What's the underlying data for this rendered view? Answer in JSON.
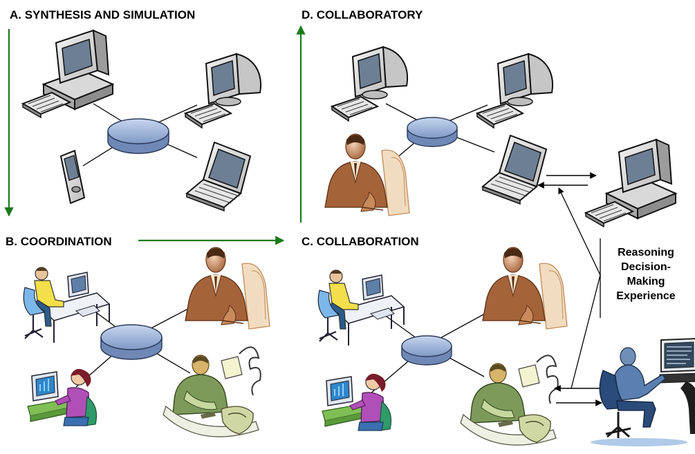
{
  "sections": {
    "a": {
      "title": "A. SYNTHESIS AND SIMULATION"
    },
    "b": {
      "title": "B. COORDINATION"
    },
    "c": {
      "title": "C. COLLABORATION"
    },
    "d": {
      "title": "D. COLLABORATORY"
    }
  },
  "side_label": {
    "lines": [
      "Reasoning",
      "Decision-",
      "Making",
      "Experience"
    ]
  },
  "colors": {
    "flow_arrow": "#1a7a1a",
    "hub_fill": "#9fb6dc",
    "hub_stroke": "#2a3a5a",
    "line": "#000000"
  },
  "icons": {
    "hub": "network-hub-icon",
    "desktop": "desktop-computer-icon",
    "monitor": "monitor-icon",
    "laptop": "laptop-icon",
    "pda": "pda-icon",
    "person_desk": "person-at-desk-icon",
    "businessman": "businessman-icon",
    "woman_computer": "woman-at-computer-icon",
    "engineer": "engineer-icon",
    "expert_workstation": "expert-workstation-icon"
  }
}
